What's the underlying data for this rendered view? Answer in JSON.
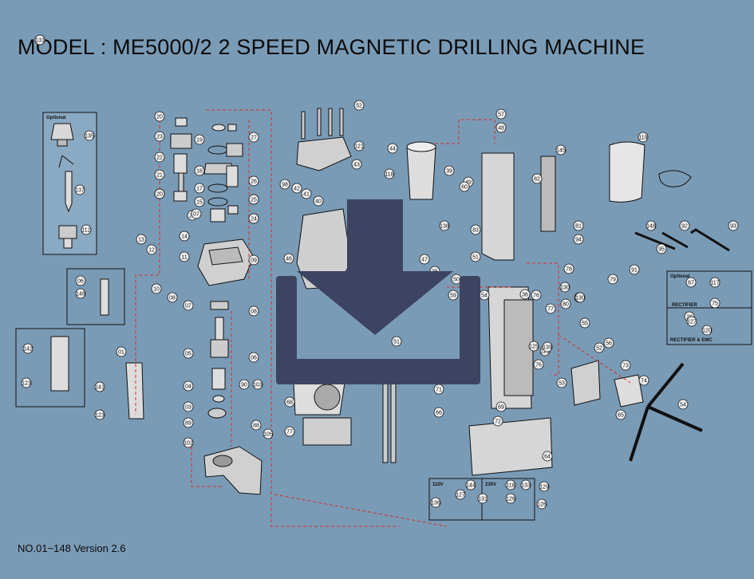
{
  "title": "MODEL : ME5000/2  2 SPEED MAGNETIC DRILLING MACHINE",
  "version": "NO.01~148 Version 2.6",
  "boxes": {
    "optional_left": "Optional",
    "optional_right": "Optional",
    "rectifier": "RECTIFIER",
    "rectifier_emc": "RECTIFIER & EMC",
    "v110": "110V",
    "v230": "230V"
  },
  "callouts": [
    "135",
    "137",
    "112",
    "20",
    "20",
    "23",
    "19",
    "27",
    "22",
    "18",
    "21",
    "26",
    "17",
    "15",
    "16",
    "25",
    "20",
    "14",
    "25",
    "20",
    "24",
    "07",
    "24",
    "13",
    "14",
    "12",
    "11",
    "09",
    "10",
    "08",
    "07",
    "06",
    "148",
    "08",
    "05",
    "06",
    "142",
    "01",
    "123",
    "141",
    "123",
    "04",
    "03",
    "89",
    "90",
    "103",
    "102",
    "88",
    "105",
    "52",
    "44",
    "121",
    "43",
    "118",
    "39",
    "98",
    "42",
    "41",
    "40",
    "138",
    "46",
    "35",
    "47",
    "49",
    "51",
    "50",
    "59",
    "54",
    "57",
    "48",
    "145",
    "60",
    "82",
    "83",
    "51",
    "119",
    "81",
    "148",
    "92",
    "93",
    "94",
    "95",
    "91",
    "79",
    "78",
    "122",
    "130",
    "130",
    "80",
    "77",
    "36",
    "76",
    "55",
    "56",
    "52",
    "125",
    "121",
    "76",
    "139",
    "73",
    "74",
    "53",
    "54",
    "72",
    "69",
    "71",
    "66",
    "65",
    "64",
    "77",
    "68",
    "67",
    "28",
    "117",
    "75",
    "127",
    "120",
    "144",
    "127",
    "131",
    "118",
    "126",
    "133",
    "129",
    "126",
    "136",
    "123",
    "131"
  ],
  "colors": {
    "background": "#7a9bb6",
    "line": "#111111",
    "red_dashed": "#d23030",
    "download_icon": "#3d4461"
  },
  "icons": [
    "download-icon"
  ]
}
